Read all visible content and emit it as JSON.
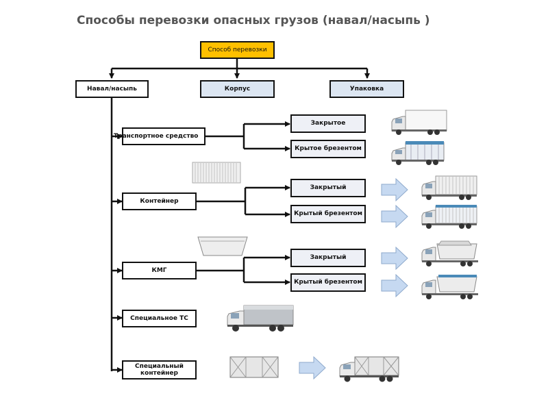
{
  "title": "Способы перевозки опасных грузов (навал/насыпь )",
  "root": "Способ перевозки",
  "level1": {
    "bulk": "Навал/насыпь",
    "body": "Корпус",
    "package": "Упаковка"
  },
  "categories": {
    "vehicle": "Транспортное средство",
    "container": "Контейнер",
    "kmg": "КМГ",
    "special_vehicle": "Специальное ТС",
    "special_container": "Специальный контейнер"
  },
  "options": {
    "vehicle_closed": "Закрытое",
    "vehicle_tarp": "Крытое брезентом",
    "container_closed": "Закрытый",
    "container_tarp": "Крытый брезентом",
    "kmg_closed": "Закрытый",
    "kmg_tarp": "Крытый брезентом"
  },
  "colors": {
    "root_fill": "#ffc000",
    "body_fill": "#dce6f2",
    "leaf_fill": "#eef0f6",
    "arrow_fill": "#c6d9f1",
    "arrow_stroke": "#8ea9cc"
  },
  "icons": [
    "truck-white-van-icon",
    "truck-tarp-blue-icon",
    "container-icon",
    "truck-container-icon",
    "truck-container-tarp-icon",
    "kmg-bin-icon",
    "truck-kmg-icon",
    "truck-kmg-tarp-icon",
    "truck-special-icon",
    "special-container-icon",
    "truck-special-container-icon",
    "arrow-right-icon"
  ]
}
